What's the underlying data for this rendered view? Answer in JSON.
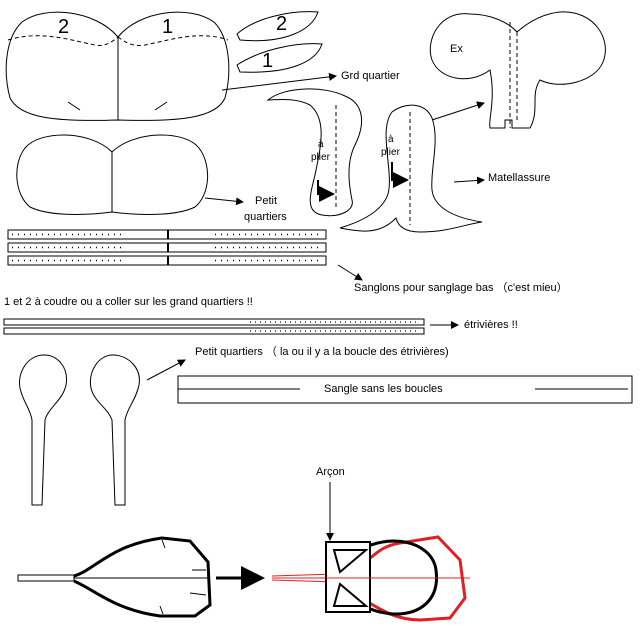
{
  "labels": {
    "pattern_2_a": "2",
    "pattern_1_a": "1",
    "pattern_2_b": "2",
    "pattern_1_b": "1",
    "ex": "Ex",
    "grd_quartier": "Grd quartier",
    "a_plier_1_top": "à",
    "a_plier_1_bottom": "plier",
    "a_plier_2_top": "à",
    "a_plier_2_bottom": "plier",
    "matelassure": "Matellassure",
    "petit_quartiers_line1": "Petit",
    "petit_quartiers_line2": "quartiers",
    "sanglons": "Sanglons pour sanglage bas （c'est mieu）",
    "note_coudre": "1 et 2 à coudre ou a coller sur les grand quartiers !!",
    "etrivieres": "étrivières !!",
    "petit_quartiers_boucle": "Petit quartiers （ la ou il y a la boucle des étrivières)",
    "sangle": "Sangle sans les boucles",
    "arcon": "Arçon"
  },
  "colors": {
    "line": "#000000",
    "highlight": "#e02020"
  }
}
